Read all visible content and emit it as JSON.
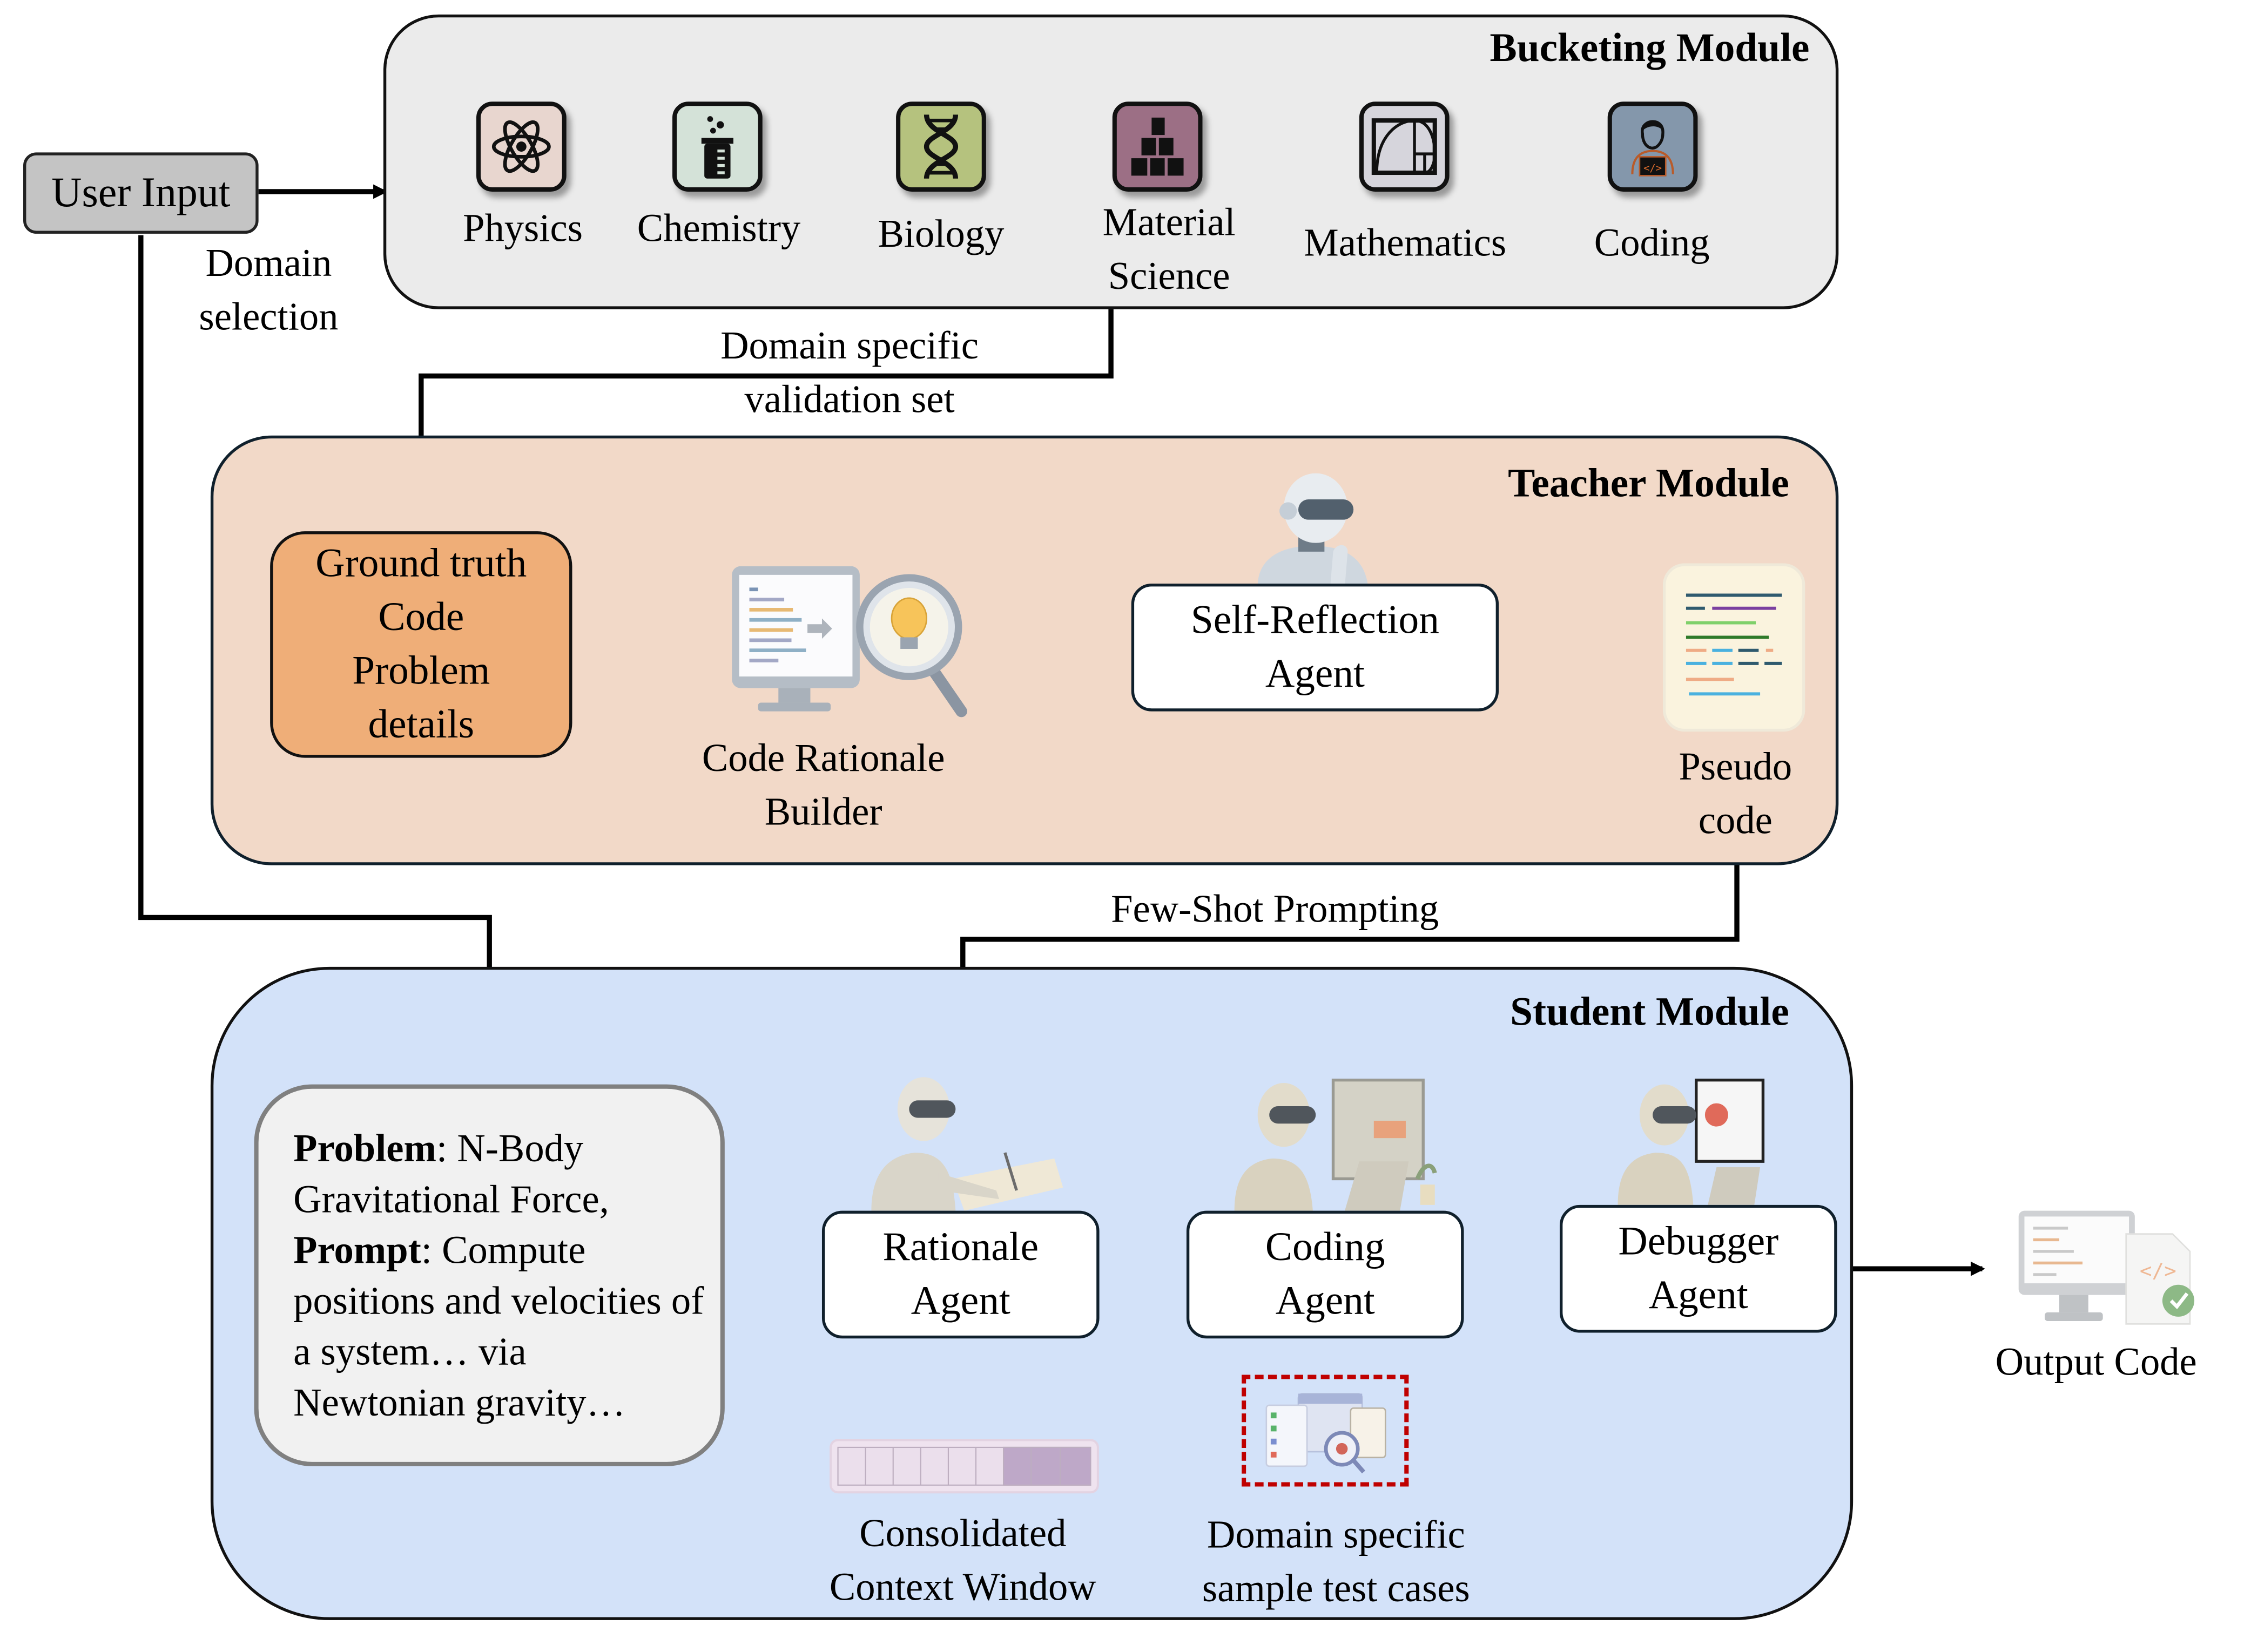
{
  "user_input": {
    "label": "User Input",
    "edge_label": [
      "Domain",
      "selection"
    ]
  },
  "bucketing": {
    "title": "Bucketing Module",
    "domains": [
      {
        "name": "Physics",
        "lines": [
          "Physics"
        ],
        "icon": "atom-icon",
        "color": "#e8d6cf"
      },
      {
        "name": "Chemistry",
        "lines": [
          "Chemistry"
        ],
        "icon": "beaker-icon",
        "color": "#d4e2d8"
      },
      {
        "name": "Biology",
        "lines": [
          "Biology"
        ],
        "icon": "dna-icon",
        "color": "#b5c27e"
      },
      {
        "name": "Material Science",
        "lines": [
          "Material",
          "Science"
        ],
        "icon": "stacked-blocks-icon",
        "color": "#9c6f85"
      },
      {
        "name": "Mathematics",
        "lines": [
          "Mathematics"
        ],
        "icon": "golden-ratio-icon",
        "color": "#d6d5dc"
      },
      {
        "name": "Coding",
        "lines": [
          "Coding"
        ],
        "icon": "coder-icon",
        "color": "#8497ab"
      }
    ],
    "output_edge_label": [
      "Domain specific",
      "validation set"
    ]
  },
  "teacher": {
    "title": "Teacher Module",
    "ground_truth": [
      "Ground truth",
      "Code",
      "Problem",
      "details"
    ],
    "rationale_builder": [
      "Code Rationale",
      "Builder"
    ],
    "self_reflection": [
      "Self-Reflection",
      "Agent"
    ],
    "pseudo_code": [
      "Pseudo",
      "code"
    ],
    "output_edge_label": "Few-Shot Prompting"
  },
  "student": {
    "title": "Student Module",
    "problem": {
      "problem_label": "Problem",
      "problem_text": ": N-Body Gravitational Force,",
      "prompt_label": "Prompt",
      "prompt_text": ": Compute positions and velocities of a system… via Newtonian gravity…"
    },
    "rationale_agent": [
      "Rationale",
      "Agent"
    ],
    "coding_agent": [
      "Coding",
      "Agent"
    ],
    "debugger_agent": [
      "Debugger",
      "Agent"
    ],
    "context_window": [
      "Consolidated",
      "Context Window"
    ],
    "test_cases": [
      "Domain specific",
      "sample test cases"
    ]
  },
  "output": {
    "label": "Output Code"
  },
  "colors": {
    "bucketing_bg": "#ebebeb",
    "teacher_bg": "#f2d9c8",
    "student_bg": "#d3e2f9",
    "ground_truth_bg": "#efae78",
    "user_input_bg": "#c4c4c4",
    "test_case_border": "#c00000"
  }
}
